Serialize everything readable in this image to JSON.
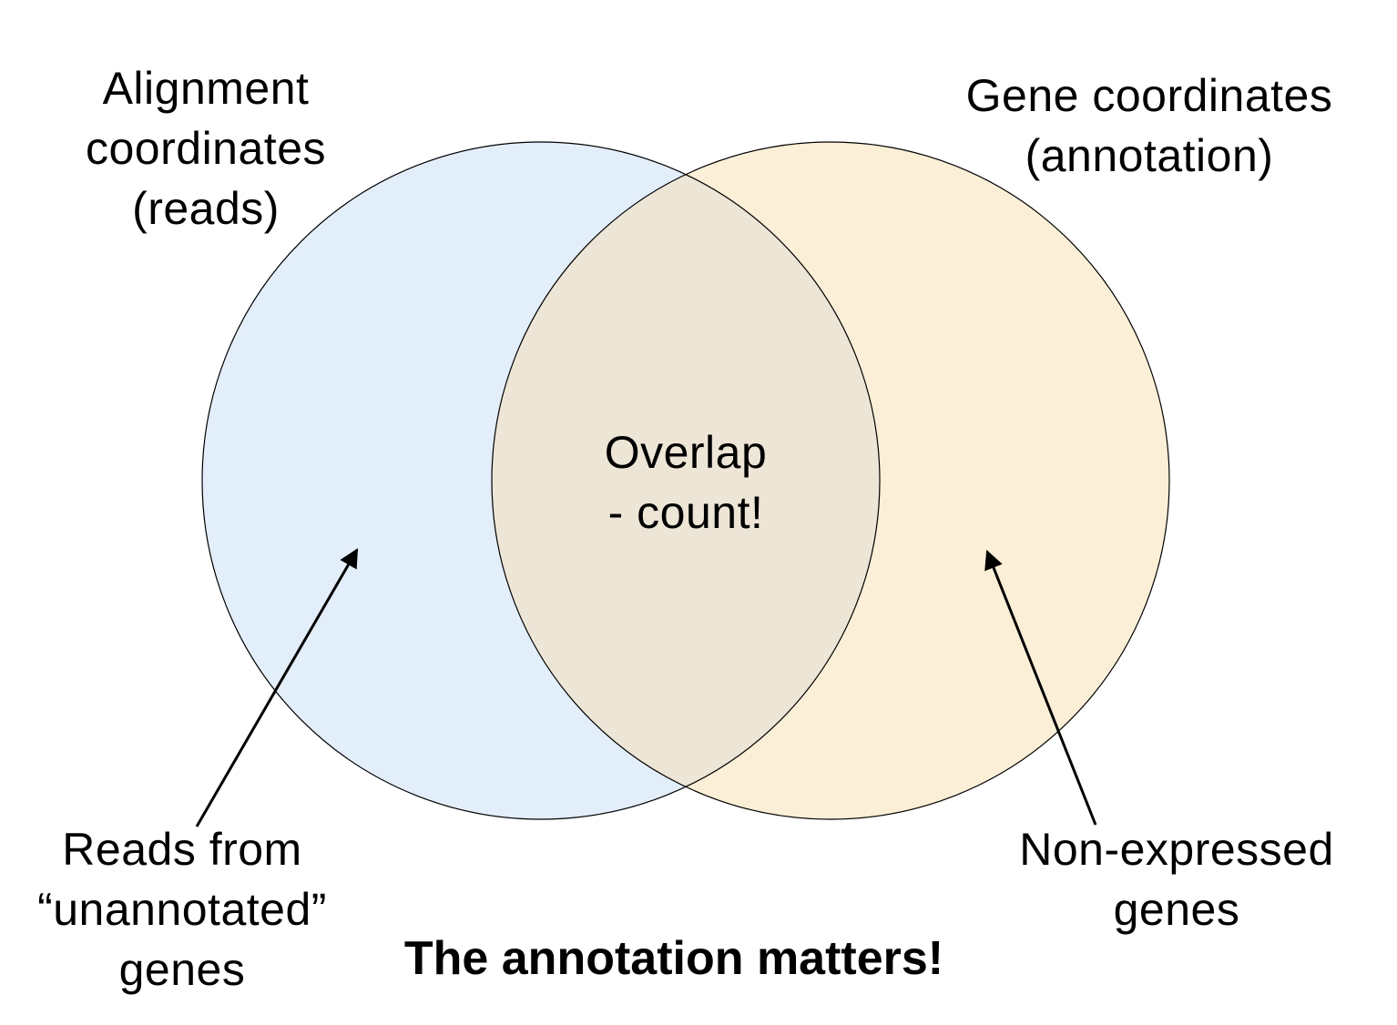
{
  "diagram": {
    "sets": [
      {
        "id": "left",
        "label_lines": [
          "Alignment",
          "coordinates",
          "(reads)"
        ],
        "fill_color": "#e3eefb"
      },
      {
        "id": "right",
        "label_lines": [
          "Gene coordinates",
          "(annotation)"
        ],
        "fill_color": "#fbefd7"
      }
    ],
    "overlap": {
      "label_lines": [
        "Overlap",
        "- count!"
      ],
      "fill_color": "#ede5d6"
    },
    "stroke_color": "#000000",
    "annotations": [
      {
        "id": "bottom-left",
        "label_lines": [
          "Reads from",
          "“unannotated”",
          "genes"
        ],
        "points_to": "left-only region"
      },
      {
        "id": "bottom-right",
        "label_lines": [
          "Non-expressed",
          "genes"
        ],
        "points_to": "right-only region"
      }
    ],
    "footer": "The annotation matters!"
  }
}
